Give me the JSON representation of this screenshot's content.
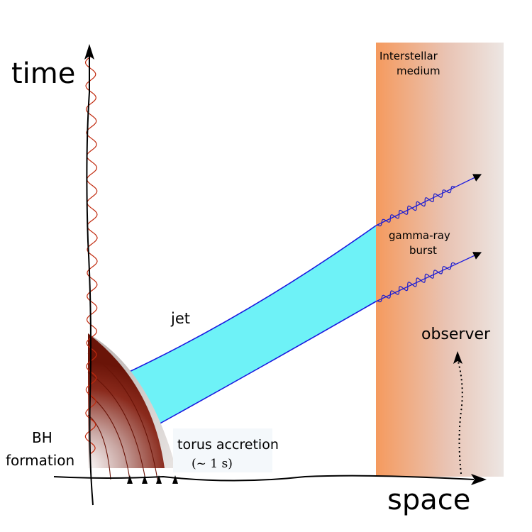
{
  "axes": {
    "time_label": "time",
    "space_label": "space"
  },
  "labels": {
    "ism_line1": "Interstellar",
    "ism_line2": "medium",
    "grb_line1": "gamma-ray",
    "grb_line2": "burst",
    "jet": "jet",
    "observer": "observer",
    "bh_line1": "BH",
    "bh_line2": "formation",
    "torus_line1": "torus accretion",
    "torus_line2": "(~ 1  s)"
  },
  "colors": {
    "ism_orange": "#f5a068",
    "ism_fade": "#e6dad6",
    "jet_fill": "#6ef2f7",
    "jet_edge": "#1a1adf",
    "dark_red": "#8b1a0a",
    "worldline_red": "#c0280c",
    "wave_blue": "#2020c8"
  },
  "icons": [
    "time-axis-arrow",
    "space-axis-arrow",
    "observer-dotted-arrow",
    "photon-arrow"
  ]
}
